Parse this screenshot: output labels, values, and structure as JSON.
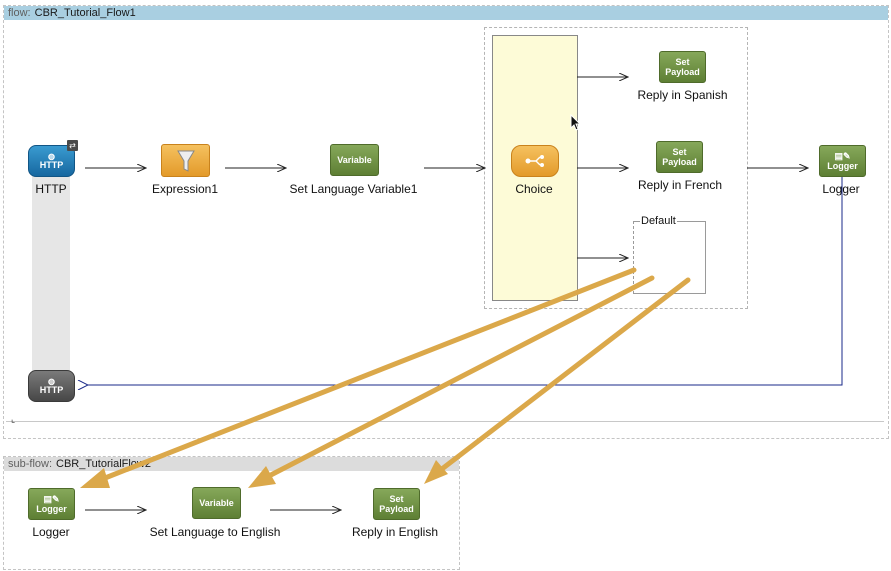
{
  "main_flow": {
    "keyword": "flow:",
    "name": "CBR_Tutorial_Flow1"
  },
  "sub_flow": {
    "keyword": "sub-flow:",
    "name": "CBR_TutorialFlow2"
  },
  "nodes": {
    "http_in": {
      "icon_text": "HTTP",
      "label": "HTTP"
    },
    "expression": {
      "label": "Expression1"
    },
    "set_var": {
      "icon_text": "Variable",
      "label": "Set Language Variable1"
    },
    "choice": {
      "label": "Choice"
    },
    "reply_spanish": {
      "icon_line1": "Set",
      "icon_line2": "Payload",
      "label": "Reply in Spanish"
    },
    "reply_french": {
      "icon_line1": "Set",
      "icon_line2": "Payload",
      "label": "Reply in French"
    },
    "default_route": {
      "label": "Default"
    },
    "logger": {
      "icon_text": "Logger",
      "label": "Logger"
    },
    "http_out": {
      "icon_text": "HTTP"
    }
  },
  "sub_nodes": {
    "logger": {
      "icon_text": "Logger",
      "label": "Logger"
    },
    "set_var": {
      "icon_text": "Variable",
      "label": "Set Language to English"
    },
    "reply_english": {
      "icon_line1": "Set",
      "icon_line2": "Payload",
      "label": "Reply in English"
    }
  },
  "colors": {
    "header_bar": "#a9cfe1",
    "subflow_header": "#dcdcdc",
    "choice_fill": "#fdfbd7",
    "annotation_arrow": "#dba84a",
    "return_line": "#1a2a8a"
  }
}
